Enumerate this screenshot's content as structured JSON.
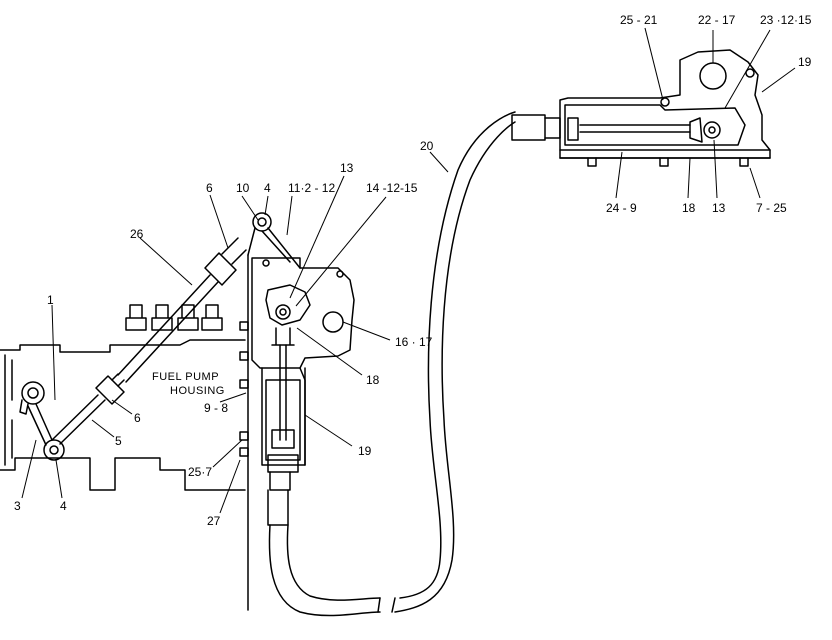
{
  "housing_caption": {
    "line1": "FUEL  PUMP",
    "line2": "HOUSING"
  },
  "callouts": {
    "c1": "1",
    "c3": "3",
    "c4a": "4",
    "c4b": "4",
    "c5": "5",
    "c6a": "6",
    "c6b": "6",
    "c9_8": "9 - 8",
    "c10": "10",
    "c11_2_12": "11·2 - 12",
    "c13a": "13",
    "c14_12_15": "14 -12-15",
    "c16_17": "16 · 17",
    "c18a": "18",
    "c19a": "19",
    "c20": "20",
    "c25_7": "25·7",
    "c26": "26",
    "c27": "27",
    "c25_21": "25 - 21",
    "c22_17": "22 - 17",
    "c23_12_15": "23 ·12·15",
    "c19b": "19",
    "c24_9": "24 - 9",
    "c18b": "18",
    "c13b": "13",
    "c7_25": "7 - 25"
  }
}
